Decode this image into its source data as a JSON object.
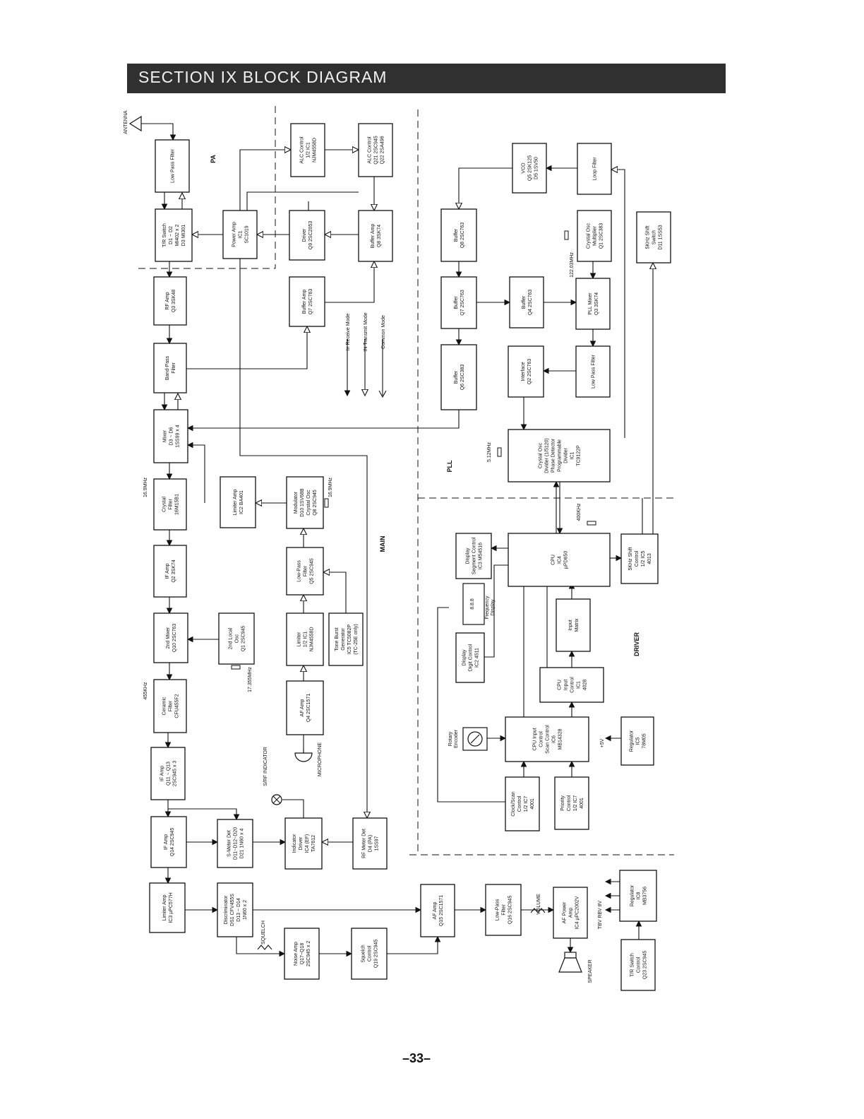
{
  "header": {
    "title": "SECTION IX  BLOCK DIAGRAM"
  },
  "footer": {
    "page_number": "–33–"
  },
  "sections": {
    "pa": "PA",
    "main": "MAIN",
    "pll": "PLL",
    "driver": "DRIVER"
  },
  "legend": {
    "receive": "In Receive Mode",
    "transmit": "IN Transmit Mode",
    "common": "Common Mode"
  },
  "signal_labels": {
    "antenna": "ANTENNA",
    "freq_169": "16.9MHz",
    "freq_455": "455KHz",
    "freq_17355": "17.355MHz",
    "freq_169b": "16.9MHz",
    "freq_12203": "122.03MHz",
    "freq_512": "5.12MHz",
    "freq_400": "400KHz",
    "srf_indicator": "S/RF INDICATOR",
    "microphone": "MICROPHONE",
    "squelch": "SQUELCH",
    "volume": "VOLUME",
    "speaker": "SPEAKER",
    "v5": "+5V",
    "power_rails": "TBV  RBV  8V"
  },
  "blocks": {
    "lpf_ant": [
      "Low Pass Filter"
    ],
    "tr_switch": [
      "T/R Switch",
      "D1 ~ D2",
      "MI402 x 2",
      "D3 MI301"
    ],
    "rf_amp": [
      "RF Amp",
      "Q3 3SK48"
    ],
    "bpf": [
      "Band-Pass",
      "Filter"
    ],
    "mixer": [
      "Mixer",
      "D3 ~ D6",
      "1SS99 x 4"
    ],
    "xtal_filter": [
      "Crystal",
      "Filter",
      "16M15B1"
    ],
    "if_amp1": [
      "IF Amp",
      "Q2 3SK74"
    ],
    "mixer2": [
      "2nd Mixer",
      "Q10 2SC763"
    ],
    "ceramic": [
      "Ceramic",
      "Filter",
      "CFU455F2"
    ],
    "if_amp2": [
      "IF Amp",
      "Q11 ~ Q13",
      "2SC945 x 3"
    ],
    "if_amp3": [
      "IF Amp",
      "Q14 2SC945"
    ],
    "limiter_amp": [
      "Limiter Amp",
      "IC3 µPC577H"
    ],
    "power_amp": [
      "Power Amp",
      "IC1",
      "SC1019"
    ],
    "alc1": [
      "ALC Control",
      "1/2 IC1",
      "NJM4558D"
    ],
    "alc2": [
      "ALC Control",
      "Q21 2SC945",
      "Q22 2SA496"
    ],
    "driver": [
      "Driver",
      "Q9 2SC2053"
    ],
    "buffer_amp8": [
      "Buffer Amp",
      "Q8 3SK74"
    ],
    "buffer_amp7": [
      "Buffer Amp",
      "Q7 2SC763"
    ],
    "limiter_amp2": [
      "Limiter Amp",
      "IC2 BA401"
    ],
    "local_osc": [
      "2nd Local",
      "Osc",
      "Q1 2SC945"
    ],
    "modulator": [
      "Modulator",
      "D10 1SV68B",
      "Crystal Osc",
      "Q8 2SC945"
    ],
    "lpf_mod": [
      "Low-Pass",
      "Filter",
      "Q5 2SC945"
    ],
    "limiter_ic": [
      "Limiter",
      "1/2 IC1",
      "NJM4558D"
    ],
    "tone_burst": [
      "Tone Burst",
      "Generator",
      "IC5 TC5082P",
      "(TC-25E only)"
    ],
    "af_amp_mic": [
      "AF Amp",
      "Q4 2SC1571"
    ],
    "smeter": [
      "S-Meter Det",
      "D11~D12~D20",
      "D21 1N60 x 4"
    ],
    "indicator": [
      "Indicator",
      "Driver",
      "IC4 (EF)",
      "TA7612"
    ],
    "rf_meter": [
      "RF Meter Det",
      "D4 (PA)",
      "1SS97"
    ],
    "discriminator": [
      "Discriminator",
      "DS1 CFV455S",
      "D13 ~ D14",
      "1N60 x 2"
    ],
    "noise_amp": [
      "Noise Amp",
      "Q17~Q18",
      "2SC945 x 2"
    ],
    "squelch": [
      "Squelch",
      "Control",
      "Q19 2SC945"
    ],
    "af_amp": [
      "AF Amp",
      "Q15 2SC1571"
    ],
    "lpf_af": [
      "Low-Pass",
      "Filter",
      "Q16 2SC945"
    ],
    "af_power": [
      "AF Power",
      "Amp",
      "IC4 µPC2002V"
    ],
    "vco": [
      "VCO",
      "Q5 2SK125",
      "D5 1SV50"
    ],
    "loop_filter": [
      "Loop Filter"
    ],
    "buffer_q8": [
      "Buffer",
      "Q8 2SC763"
    ],
    "buffer_q7": [
      "Buffer",
      "Q7 2SC763"
    ],
    "buffer_q6": [
      "Buffer",
      "Q6 2SC383"
    ],
    "buffer_q4": [
      "Buffer",
      "Q4 2SC763"
    ],
    "interface": [
      "Interface",
      "Q2 2SC763"
    ],
    "xtal_mult": [
      "Crystal Osc",
      "Multiplier",
      "Q1 2SC383"
    ],
    "pll_mixer": [
      "PLL Mixer",
      "Q3 3SK74"
    ],
    "lpf_pll": [
      "Low Pass Filter"
    ],
    "shift_5k": [
      "5KHz Shift",
      "Switch",
      "D11 1SS53"
    ],
    "pll_ic": [
      "Crystal Osc",
      "Divider (1/5120)",
      "Phase Detector",
      "Programmable",
      "Divider",
      "IC1",
      "TC9122P"
    ],
    "display_seg": [
      "Display",
      "Segment Control",
      "IC3 M54516"
    ],
    "cpu": [
      "CPU",
      "IC4",
      "µPD650"
    ],
    "shift_ctrl": [
      "5KHz Shift",
      "Control",
      "1/2 IC5",
      "4013"
    ],
    "freq_display": [
      "Frequency",
      "Display"
    ],
    "display_digit": [
      "Display",
      "Digit Control",
      "IC2 4511"
    ],
    "input_matrix": [
      "Input",
      "Matrix"
    ],
    "cpu_input": [
      "CPU",
      "Input",
      "Control",
      "IC1",
      "4028"
    ],
    "rotary": [
      "Rotary",
      "Encoder"
    ],
    "scan_ctrl": [
      "CPU Input",
      "Control",
      "Scan Control",
      "IC6",
      "MB14328"
    ],
    "reg_5v": [
      "Regulator",
      "IC5",
      "78M05"
    ],
    "clock_scan": [
      "Clock/Scan",
      "Control",
      "1/2 IC7",
      "4001"
    ],
    "priority": [
      "Priority",
      "Control",
      "1/2 IC7",
      "4001"
    ],
    "reg_8v": [
      "Regulator",
      "IC8",
      "MB3756"
    ],
    "tr_ctrl": [
      "T/R Switch",
      "Control",
      "Q23 2SC945"
    ]
  }
}
